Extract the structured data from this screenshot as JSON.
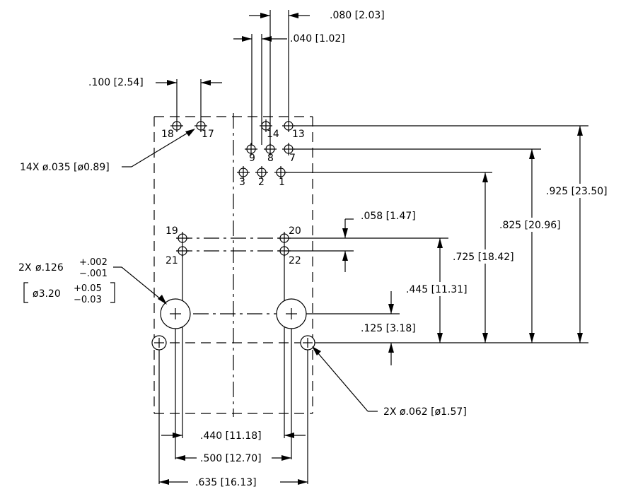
{
  "dimensions": {
    "pitch_080": ".080 [2.03]",
    "pitch_040": ".040 [1.02]",
    "pitch_100": ".100 [2.54]",
    "small_holes_count": "14X",
    "small_holes_dia": "ø.035 [ø0.89]",
    "large_holes_count": "2X",
    "large_holes_dia": "ø.126",
    "large_holes_tol_plus": "+.002",
    "large_holes_tol_minus": "−.001",
    "large_holes_metric": "ø3.20",
    "large_holes_metric_tol_plus": "+0.05",
    "large_holes_metric_tol_minus": "−0.03",
    "mount_holes": "2X ø.062 [ø1.57]",
    "v_058": ".058 [1.47]",
    "v_925": ".925 [23.50]",
    "v_825": ".825 [20.96]",
    "v_725": ".725 [18.42]",
    "v_445": ".445 [11.31]",
    "v_125": ".125 [3.18]",
    "h_440": ".440 [11.18]",
    "h_500": ".500 [12.70]",
    "h_635": ".635 [16.13]"
  },
  "pins": {
    "p18": "18",
    "p17": "17",
    "p14": "14",
    "p13": "13",
    "p9": "9",
    "p8": "8",
    "p7": "7",
    "p3": "3",
    "p2": "2",
    "p1": "1",
    "p19": "19",
    "p20": "20",
    "p21": "21",
    "p22": "22"
  }
}
